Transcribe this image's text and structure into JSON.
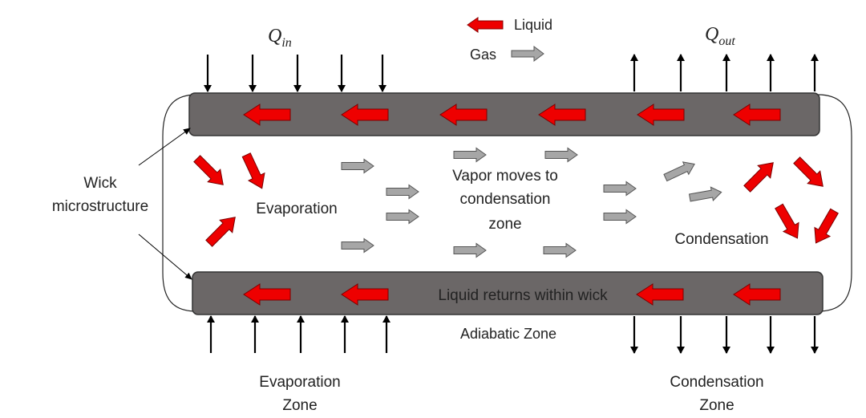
{
  "legend": {
    "liquid_label": "Liquid",
    "gas_label": "Gas"
  },
  "heat": {
    "q_in_symbol": "Q",
    "q_in_subscript": "in",
    "q_out_symbol": "Q",
    "q_out_subscript": "out"
  },
  "labels": {
    "wick_line1": "Wick",
    "wick_line2": "microstructure",
    "evaporation": "Evaporation",
    "vapor_line1": "Vapor moves to",
    "vapor_line2": "condensation",
    "vapor_line3": "zone",
    "condensation": "Condensation",
    "liquid_returns": "Liquid returns within wick",
    "adiabatic_zone": "Adiabatic Zone",
    "evap_zone_line1": "Evaporation",
    "evap_zone_line2": "Zone",
    "cond_zone_line1": "Condensation",
    "cond_zone_line2": "Zone"
  },
  "colors": {
    "liquid_arrow": "#ee0000",
    "gas_arrow": "#a6a6a6",
    "wick": "#6b6767",
    "outline": "#222222"
  },
  "icons": {
    "liquid": "left-arrow-icon",
    "gas": "right-arrow-icon",
    "heat": "thin-arrow-icon"
  }
}
